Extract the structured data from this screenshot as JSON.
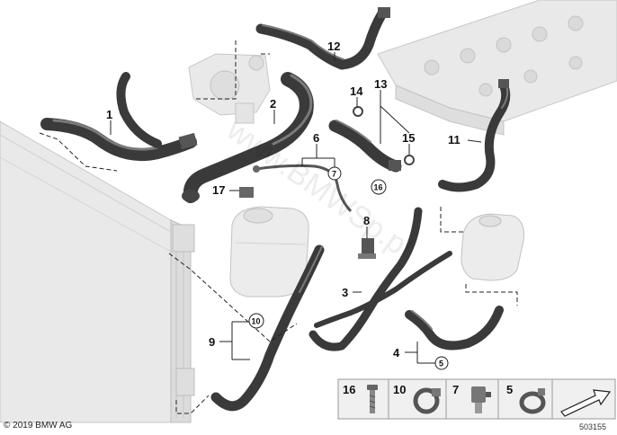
{
  "callouts": {
    "c1": "1",
    "c2": "2",
    "c3": "3",
    "c4": "4",
    "c6": "6",
    "c8": "8",
    "c9": "9",
    "c11": "11",
    "c12": "12",
    "c13": "13",
    "c14": "14",
    "c15": "15",
    "c17": "17"
  },
  "circled_refs": {
    "r7": "7",
    "r16": "16",
    "r10": "10",
    "r5": "5"
  },
  "legend": {
    "items": [
      {
        "num": "16",
        "icon": "bolt-icon"
      },
      {
        "num": "10",
        "icon": "hose-clamp-icon"
      },
      {
        "num": "7",
        "icon": "clip-icon"
      },
      {
        "num": "5",
        "icon": "spring-clamp-icon"
      }
    ],
    "arrow_icon": "direction-arrow-icon"
  },
  "watermark": "www.BMWSp.pl",
  "copyright": "© 2019 BMW AG",
  "doc_number": "503155",
  "colors": {
    "hose": "#3a3a3a",
    "ghost_part": "#e9e9e9",
    "legend_box": "#f0f0f0"
  }
}
